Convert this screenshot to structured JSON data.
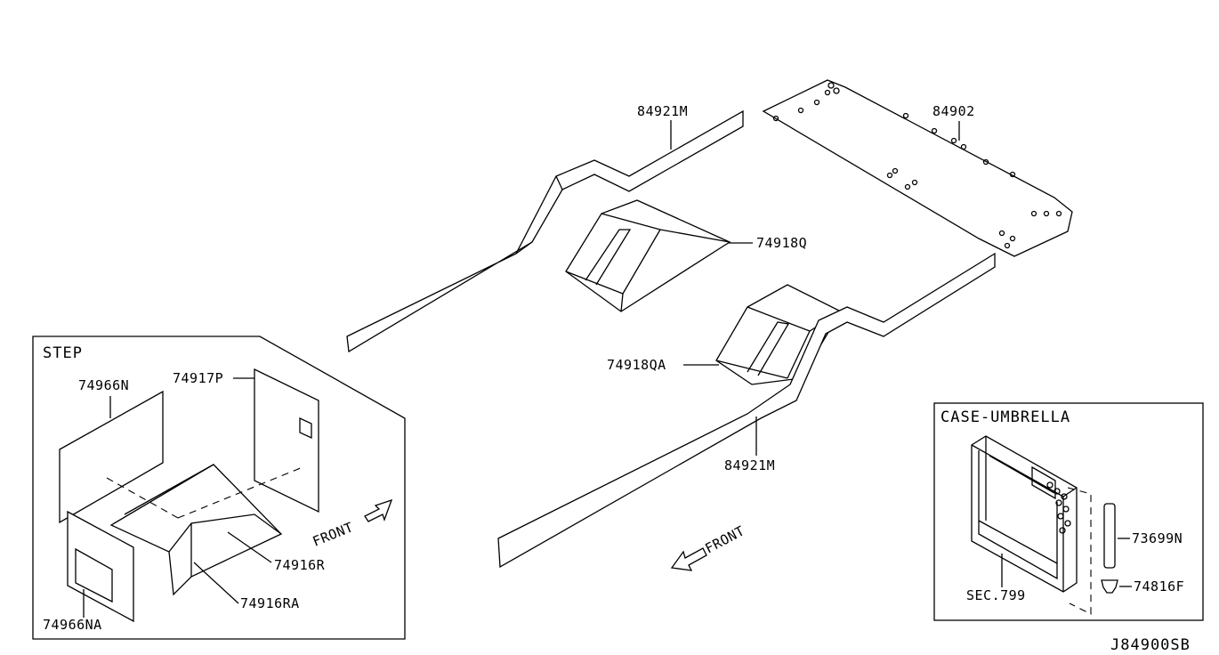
{
  "labels": {
    "strip_top": "84921M",
    "mat_rear": "84902",
    "pad_left": "74918Q",
    "pad_right": "74918QA",
    "strip_bottom": "84921M",
    "front_main": "FRONT",
    "step_title": "STEP",
    "step_74966N": "74966N",
    "step_74917P": "74917P",
    "step_74916R": "74916R",
    "step_74916RA": "74916RA",
    "step_74966NA": "74966NA",
    "front_step": "FRONT",
    "case_title": "CASE-UMBRELLA",
    "case_73699N": "73699N",
    "case_74816F": "74816F",
    "case_sec": "SEC.799",
    "diagram_code": "J84900SB"
  },
  "icons": {
    "arrow_main": "front-arrow-icon",
    "arrow_step": "front-arrow-icon"
  }
}
